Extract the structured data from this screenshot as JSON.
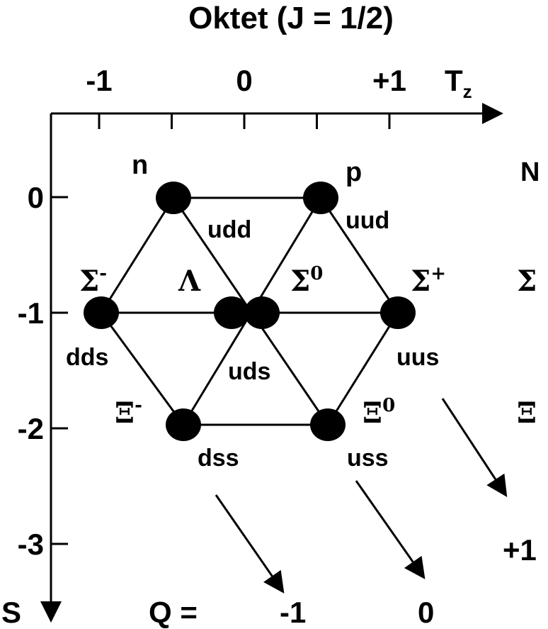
{
  "title": "Oktet (J = 1/2)",
  "axes": {
    "tz_label": "T",
    "tz_sub": "z",
    "s_label": "S",
    "tz_ticks": [
      "-1",
      "0",
      "+1"
    ],
    "s_ticks": [
      "0",
      "-1",
      "-2",
      "-3"
    ],
    "q_prefix": "Q =",
    "q_values": [
      "-1",
      "0",
      "+1"
    ]
  },
  "rows": {
    "n": "N",
    "sigma": "Σ",
    "xi": "Ξ"
  },
  "particles": [
    {
      "id": "n",
      "symbol": "n",
      "sup": "",
      "quarks": "udd",
      "tz": -0.5,
      "s": 0
    },
    {
      "id": "p",
      "symbol": "p",
      "sup": "",
      "quarks": "uud",
      "tz": 0.5,
      "s": 0
    },
    {
      "id": "sigma-minus",
      "symbol": "Σ",
      "sup": "-",
      "quarks": "dds",
      "tz": -1,
      "s": -1
    },
    {
      "id": "lambda",
      "symbol": "Λ",
      "sup": "",
      "quarks": "uds",
      "tz": 0,
      "s": -1
    },
    {
      "id": "sigma-zero",
      "symbol": "Σ",
      "sup": "0",
      "quarks": "",
      "tz": 0,
      "s": -1
    },
    {
      "id": "sigma-plus",
      "symbol": "Σ",
      "sup": "+",
      "quarks": "uus",
      "tz": 1,
      "s": -1
    },
    {
      "id": "xi-minus",
      "symbol": "Ξ",
      "sup": "-",
      "quarks": "dss",
      "tz": -0.5,
      "s": -2
    },
    {
      "id": "xi-zero",
      "symbol": "Ξ",
      "sup": "0",
      "quarks": "uss",
      "tz": 0.5,
      "s": -2
    }
  ],
  "colors": {
    "ink": "#000000",
    "background": "#ffffff"
  }
}
